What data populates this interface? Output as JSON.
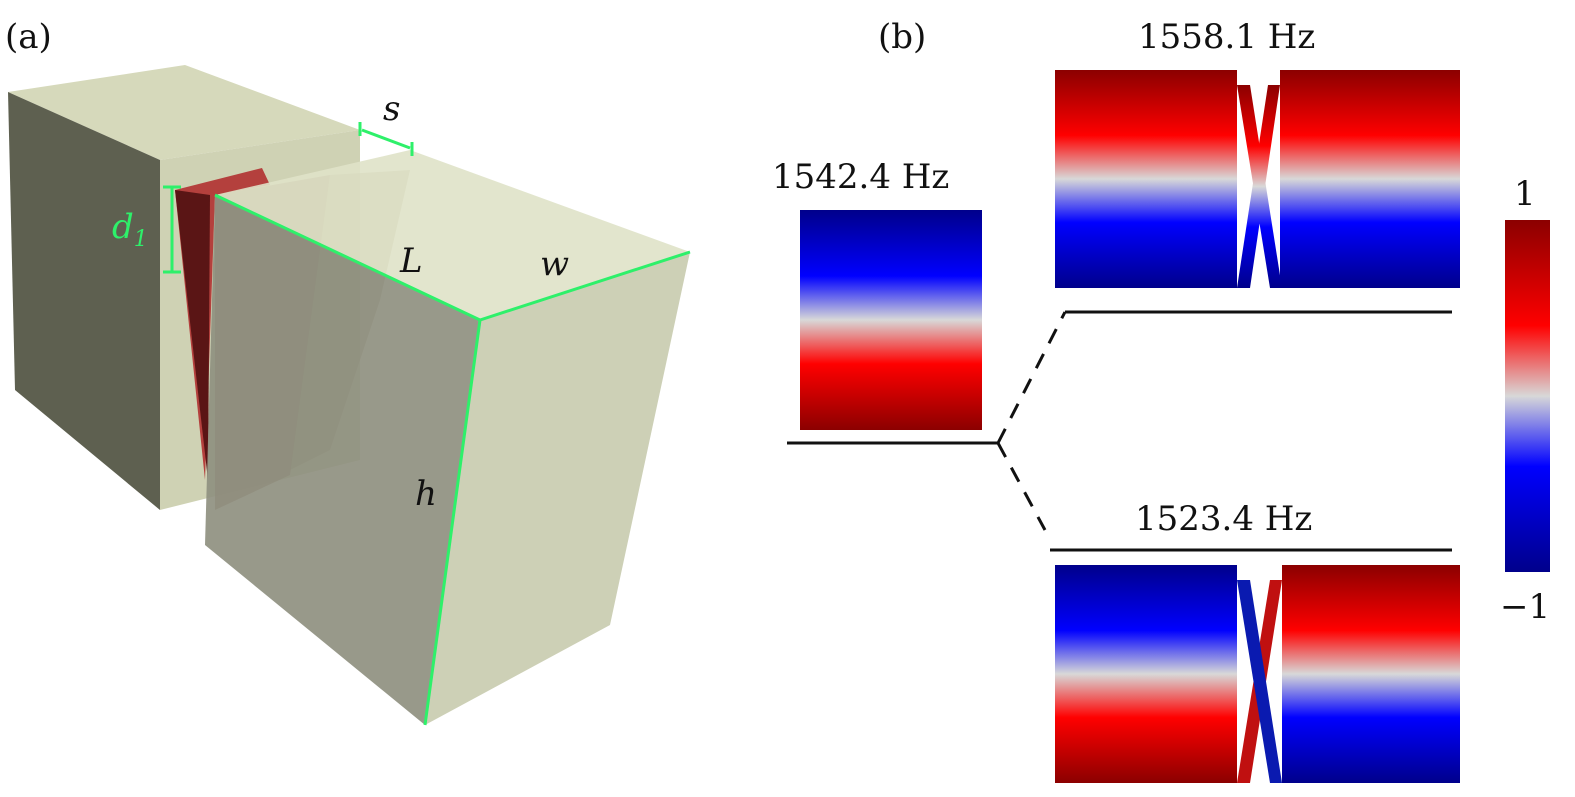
{
  "panel_a": {
    "label": "(a)",
    "s": "s",
    "d": "d",
    "d_sub": "1",
    "L": "L",
    "w": "w",
    "h": "h"
  },
  "panel_b": {
    "label": "(b)",
    "mode_single": "1542.4 Hz",
    "mode_upper": "1558.1 Hz",
    "mode_lower": "1523.4 Hz",
    "colorbar_max": "1",
    "colorbar_min": "−1"
  },
  "colors": {
    "dim_line": "#2ef06a",
    "red": "#8b0000",
    "blue": "#00008b"
  }
}
